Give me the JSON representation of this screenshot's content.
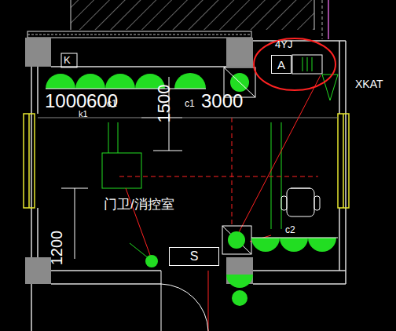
{
  "diagram": {
    "nodes": [
      {
        "text": [
          "A"
        ]
      },
      {
        "text": [
          "S"
        ]
      }
    ],
    "labels": [
      "4YJ",
      "XKAT",
      "K",
      "1000",
      "600",
      "c1",
      "c1",
      "1500",
      "3000",
      "k1",
      "门卫/消控室",
      "1200",
      "c2"
    ]
  }
}
